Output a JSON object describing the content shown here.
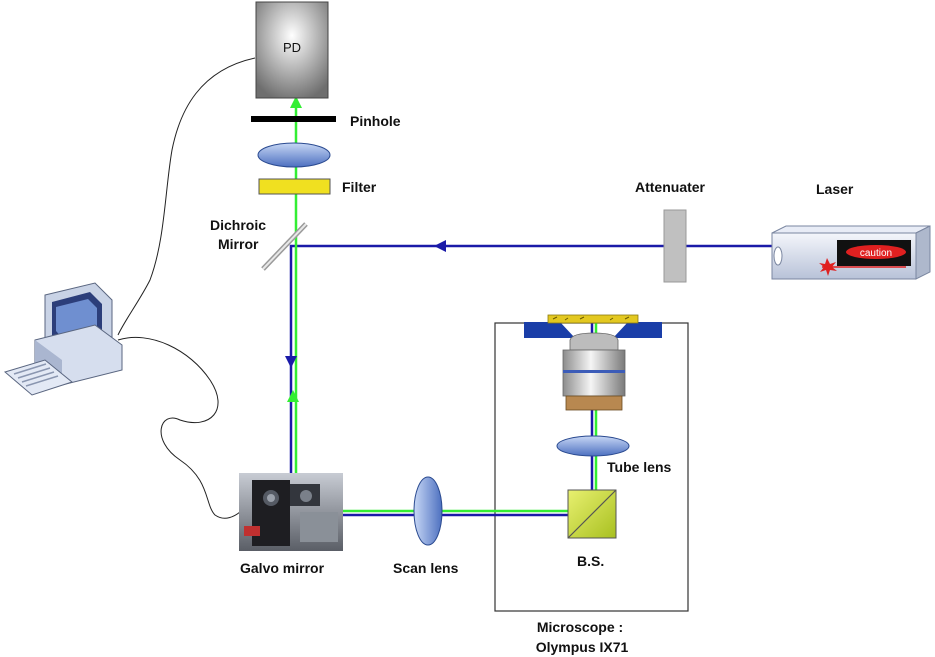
{
  "labels": {
    "pd": "PD",
    "pinhole": "Pinhole",
    "filter": "Filter",
    "dichroic_line1": "Dichroic",
    "dichroic_line2": "Mirror",
    "attenuater": "Attenuater",
    "laser": "Laser",
    "caution": "caution",
    "tube_lens": "Tube lens",
    "bs": "B.S.",
    "galvo_mirror": "Galvo mirror",
    "scan_lens": "Scan lens",
    "microscope_line1": "Microscope :",
    "microscope_line2": "Olympus IX71"
  },
  "colors": {
    "excitation_beam": "#1a1aa8",
    "emission_beam": "#33ee33",
    "filter": "#f0e020",
    "lens": "#7f9fd8",
    "attenuator": "#c0c0c0",
    "stage": "#1a3ea8"
  },
  "icons": [
    "computer-icon",
    "laser-icon",
    "objective-icon",
    "galvo-photo"
  ]
}
